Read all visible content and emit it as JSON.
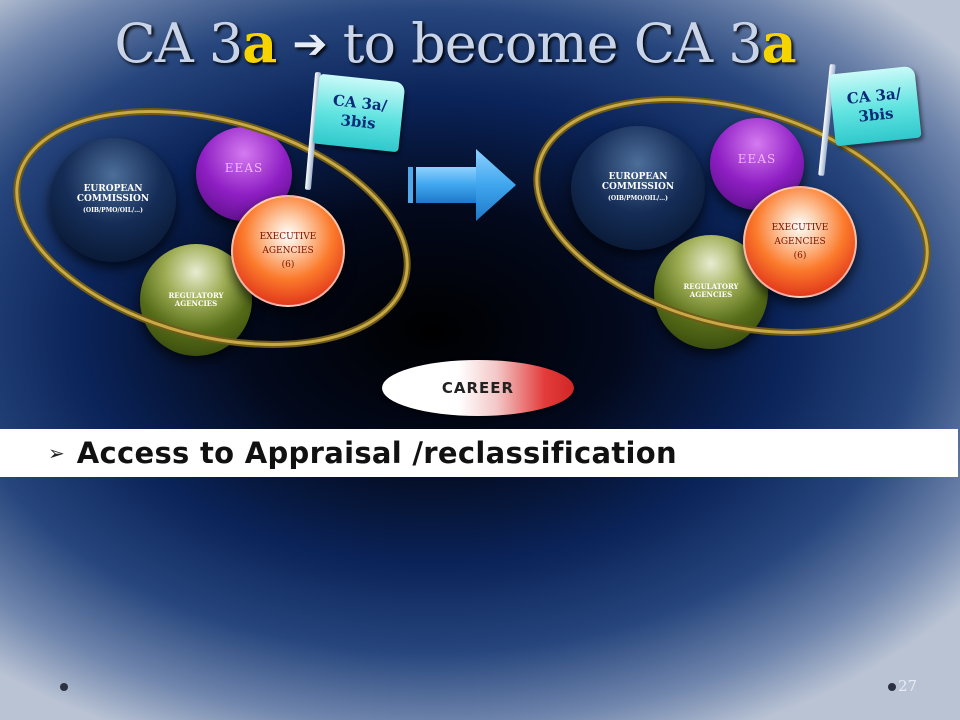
{
  "title": {
    "part1": "CA 3",
    "part1_highlight": "a",
    "arrow": "➔",
    "part2": " to become CA 3",
    "part2_highlight": "a"
  },
  "left_cluster": {
    "ec_label": "EUROPEAN COMMISSION",
    "ec_sub": "(OIB/PMO/OIL/…)",
    "eeas_label": "EEAS",
    "exec_line1": "EXECUTIVE",
    "exec_line2": "AGENCIES",
    "exec_line3": "(6)",
    "reg_label": "REGULATORY AGENCIES",
    "flag_line1": "CA 3a/",
    "flag_line2": "3bis"
  },
  "right_cluster": {
    "ec_label": "EUROPEAN COMMISSION",
    "ec_sub": "(OIB/PMO/OIL/…)",
    "eeas_label": "EEAS",
    "exec_line1": "EXECUTIVE",
    "exec_line2": "AGENCIES",
    "exec_line3": "(6)",
    "reg_label": "REGULATORY AGENCIES",
    "flag_line1": "CA 3a/",
    "flag_line2": "3bis"
  },
  "career_label": "CAREER",
  "bullet": {
    "glyph": "➢",
    "text": "Access to Appraisal /reclassification"
  },
  "page_number": "27",
  "colors": {
    "title_highlight": "#f5d400",
    "flag": "#5fe3e0",
    "ring": "#a88b2a",
    "arrow": "#3fa6ee"
  }
}
